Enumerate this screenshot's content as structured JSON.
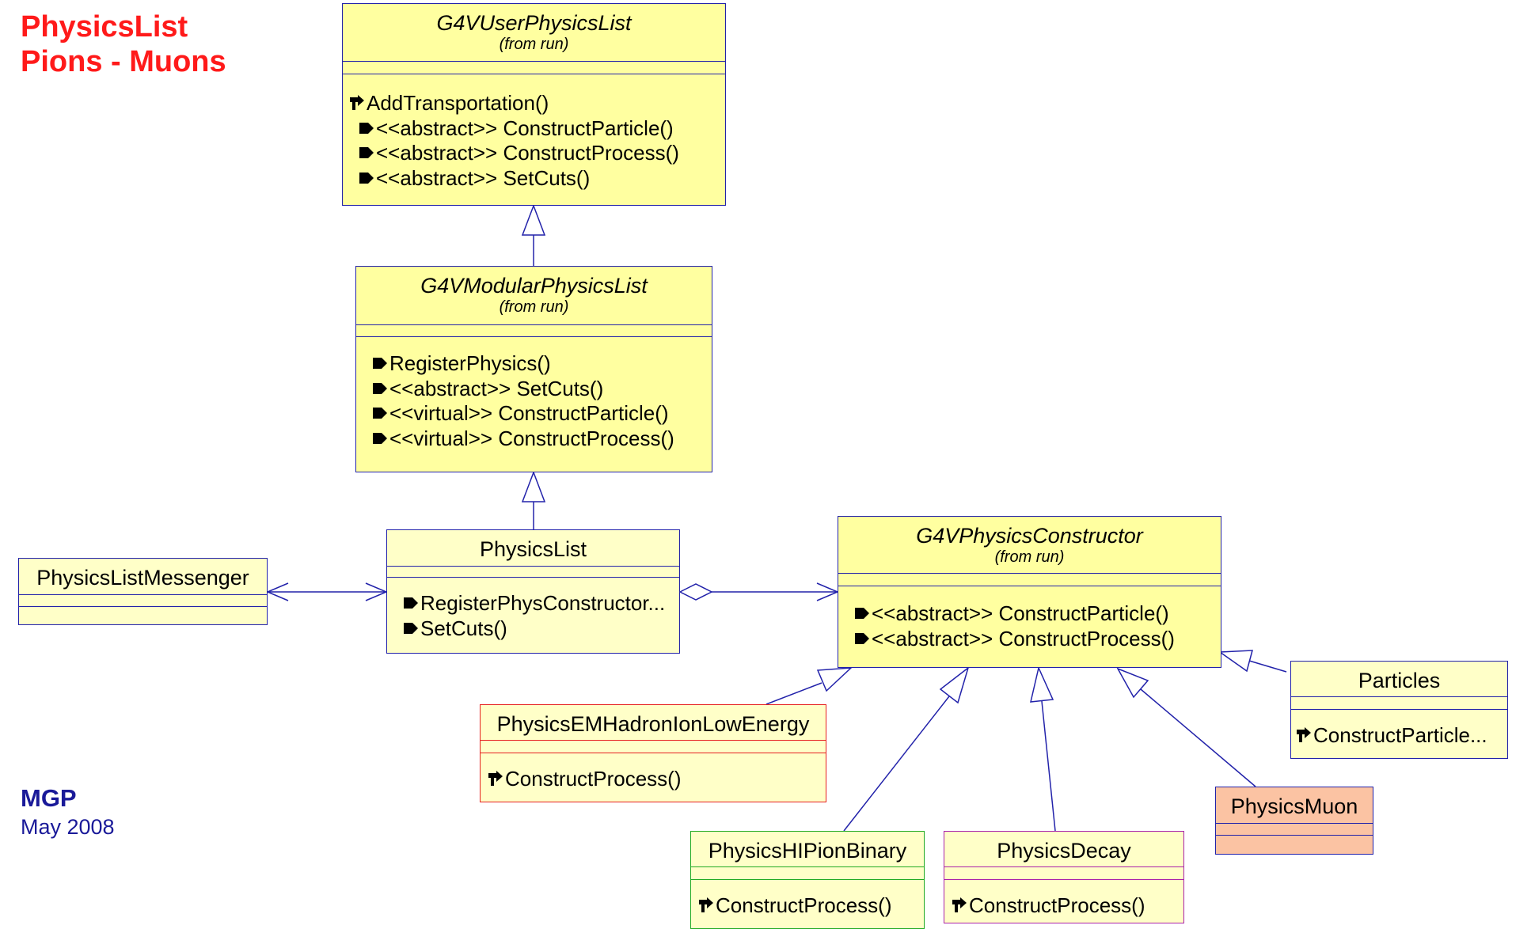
{
  "title": {
    "line1": "PhysicsList",
    "line2": "Pions - Muons"
  },
  "author": {
    "name": "MGP",
    "date": "May 2008"
  },
  "colors": {
    "title": "#ff1a1a",
    "author": "#1a1a99",
    "class_fill": "#ffffa0",
    "class_fill_light": "#ffffc8",
    "class_fill_muon": "#fbc3a3",
    "class_border": "#2222aa",
    "border_red": "#e62020",
    "border_green": "#22aa22",
    "border_purple": "#aa22aa"
  },
  "classes": {
    "g4vuserphysicslist": {
      "name": "G4VUserPhysicsList",
      "stereotype": "(from run)",
      "ops": [
        {
          "icon": "protected-operation-icon",
          "text": "AddTransportation()"
        },
        {
          "icon": "public-operation-icon",
          "text": "<<abstract>> ConstructParticle()"
        },
        {
          "icon": "public-operation-icon",
          "text": "<<abstract>> ConstructProcess()"
        },
        {
          "icon": "public-operation-icon",
          "text": "<<abstract>> SetCuts()"
        }
      ]
    },
    "g4vmodularphysicslist": {
      "name": "G4VModularPhysicsList",
      "stereotype": "(from run)",
      "ops": [
        {
          "icon": "public-operation-icon",
          "text": "RegisterPhysics()"
        },
        {
          "icon": "public-operation-icon",
          "text": "<<abstract>> SetCuts()"
        },
        {
          "icon": "public-operation-icon",
          "text": "<<virtual>> ConstructParticle()"
        },
        {
          "icon": "public-operation-icon",
          "text": "<<virtual>> ConstructProcess()"
        }
      ]
    },
    "physicslist": {
      "name": "PhysicsList",
      "ops": [
        {
          "icon": "public-operation-icon",
          "text": "RegisterPhysConstructor..."
        },
        {
          "icon": "public-operation-icon",
          "text": "SetCuts()"
        }
      ]
    },
    "physicslistmessenger": {
      "name": "PhysicsListMessenger"
    },
    "g4vphysicsconstructor": {
      "name": "G4VPhysicsConstructor",
      "stereotype": "(from run)",
      "ops": [
        {
          "icon": "public-operation-icon",
          "text": "<<abstract>> ConstructParticle()"
        },
        {
          "icon": "public-operation-icon",
          "text": "<<abstract>> ConstructProcess()"
        }
      ]
    },
    "physicsemhadronionlowenergy": {
      "name": "PhysicsEMHadronIonLowEnergy",
      "ops": [
        {
          "icon": "protected-operation-icon",
          "text": "ConstructProcess()"
        }
      ]
    },
    "particles": {
      "name": "Particles",
      "ops": [
        {
          "icon": "protected-operation-icon",
          "text": "ConstructParticle..."
        }
      ]
    },
    "physicshipionbinary": {
      "name": "PhysicsHIPionBinary",
      "ops": [
        {
          "icon": "protected-operation-icon",
          "text": "ConstructProcess()"
        }
      ]
    },
    "physicsdecay": {
      "name": "PhysicsDecay",
      "ops": [
        {
          "icon": "protected-operation-icon",
          "text": "ConstructProcess()"
        }
      ]
    },
    "physicsmuon": {
      "name": "PhysicsMuon"
    }
  }
}
